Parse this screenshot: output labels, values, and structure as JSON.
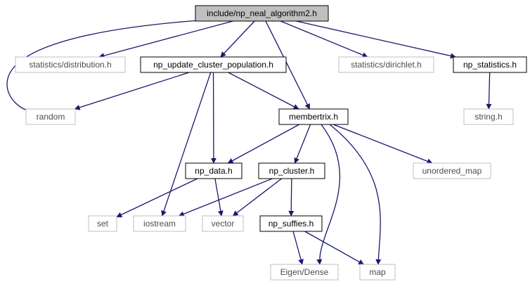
{
  "colors": {
    "edge": "#191970",
    "root_fill": "#bfbfbf",
    "root_border": "#000000",
    "doc_border": "#000000",
    "external_border": "#bfbfbf",
    "text": "#000000",
    "external_text": "#4d4d4d"
  },
  "nodes": {
    "root": {
      "label": "include/np_neal_algorithm2.h",
      "kind": "root"
    },
    "stat_dist": {
      "label": "statistics/distribution.h",
      "kind": "external"
    },
    "np_update": {
      "label": "np_update_cluster_population.h",
      "kind": "documented"
    },
    "stat_dirichlet": {
      "label": "statistics/dirichlet.h",
      "kind": "external"
    },
    "np_statistics": {
      "label": "np_statistics.h",
      "kind": "documented"
    },
    "random": {
      "label": "random",
      "kind": "external"
    },
    "membertrix": {
      "label": "membertrix.h",
      "kind": "documented"
    },
    "string_h": {
      "label": "string.h",
      "kind": "external"
    },
    "np_data": {
      "label": "np_data.h",
      "kind": "documented"
    },
    "np_cluster": {
      "label": "np_cluster.h",
      "kind": "documented"
    },
    "unordered_map": {
      "label": "unordered_map",
      "kind": "external"
    },
    "set": {
      "label": "set",
      "kind": "external"
    },
    "iostream": {
      "label": "iostream",
      "kind": "external"
    },
    "vector": {
      "label": "vector",
      "kind": "external"
    },
    "np_suffies": {
      "label": "np_suffies.h",
      "kind": "documented"
    },
    "eigen_dense": {
      "label": "Eigen/Dense",
      "kind": "external"
    },
    "map": {
      "label": "map",
      "kind": "external"
    }
  },
  "edges": [
    [
      "root",
      "random"
    ],
    [
      "root",
      "stat_dist"
    ],
    [
      "root",
      "np_update"
    ],
    [
      "root",
      "membertrix"
    ],
    [
      "root",
      "stat_dirichlet"
    ],
    [
      "root",
      "np_statistics"
    ],
    [
      "np_update",
      "random"
    ],
    [
      "np_update",
      "np_data"
    ],
    [
      "np_update",
      "iostream"
    ],
    [
      "np_update",
      "membertrix"
    ],
    [
      "np_statistics",
      "string_h"
    ],
    [
      "membertrix",
      "np_data"
    ],
    [
      "membertrix",
      "np_cluster"
    ],
    [
      "membertrix",
      "unordered_map"
    ],
    [
      "membertrix",
      "eigen_dense"
    ],
    [
      "membertrix",
      "map"
    ],
    [
      "np_data",
      "set"
    ],
    [
      "np_data",
      "vector"
    ],
    [
      "np_cluster",
      "iostream"
    ],
    [
      "np_cluster",
      "vector"
    ],
    [
      "np_cluster",
      "np_suffies"
    ],
    [
      "np_suffies",
      "eigen_dense"
    ],
    [
      "np_suffies",
      "map"
    ]
  ]
}
